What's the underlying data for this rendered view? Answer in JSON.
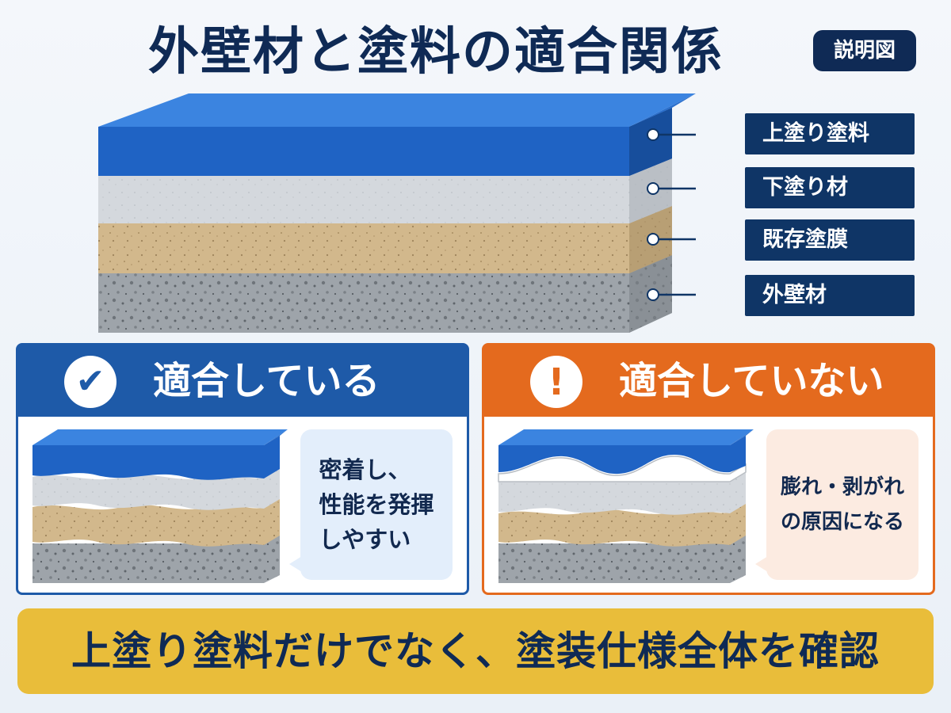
{
  "title": "外壁材と塗料の適合関係",
  "badge": "説明図",
  "layers": [
    {
      "label": "上塗り塗料",
      "icon": "top-coat-layer-icon"
    },
    {
      "label": "下塗り材",
      "icon": "primer-layer-icon"
    },
    {
      "label": "既存塗膜",
      "icon": "existing-coating-layer-icon"
    },
    {
      "label": "外壁材",
      "icon": "exterior-wall-layer-icon"
    }
  ],
  "panels": {
    "good": {
      "title": "適合している",
      "icon": "check-icon",
      "icon_glyph": "✔",
      "text_lines": [
        "密着し、",
        "性能を発揮",
        "しやすい"
      ]
    },
    "bad": {
      "title": "適合していない",
      "icon": "exclamation-icon",
      "icon_glyph": "!",
      "text_lines": [
        "膨れ・剥がれ",
        "の原因になる"
      ]
    }
  },
  "footer": "上塗り塗料だけでなく、塗装仕様全体を確認",
  "colors": {
    "navy": "#0f2a55",
    "blue": "#1e5aa8",
    "orange": "#e46a1e",
    "gold": "#e9bd3a",
    "top_coat": "#1f63c4",
    "primer": "#cfd4da",
    "existing": "#d1b68a",
    "wall": "#9aa0a6"
  }
}
